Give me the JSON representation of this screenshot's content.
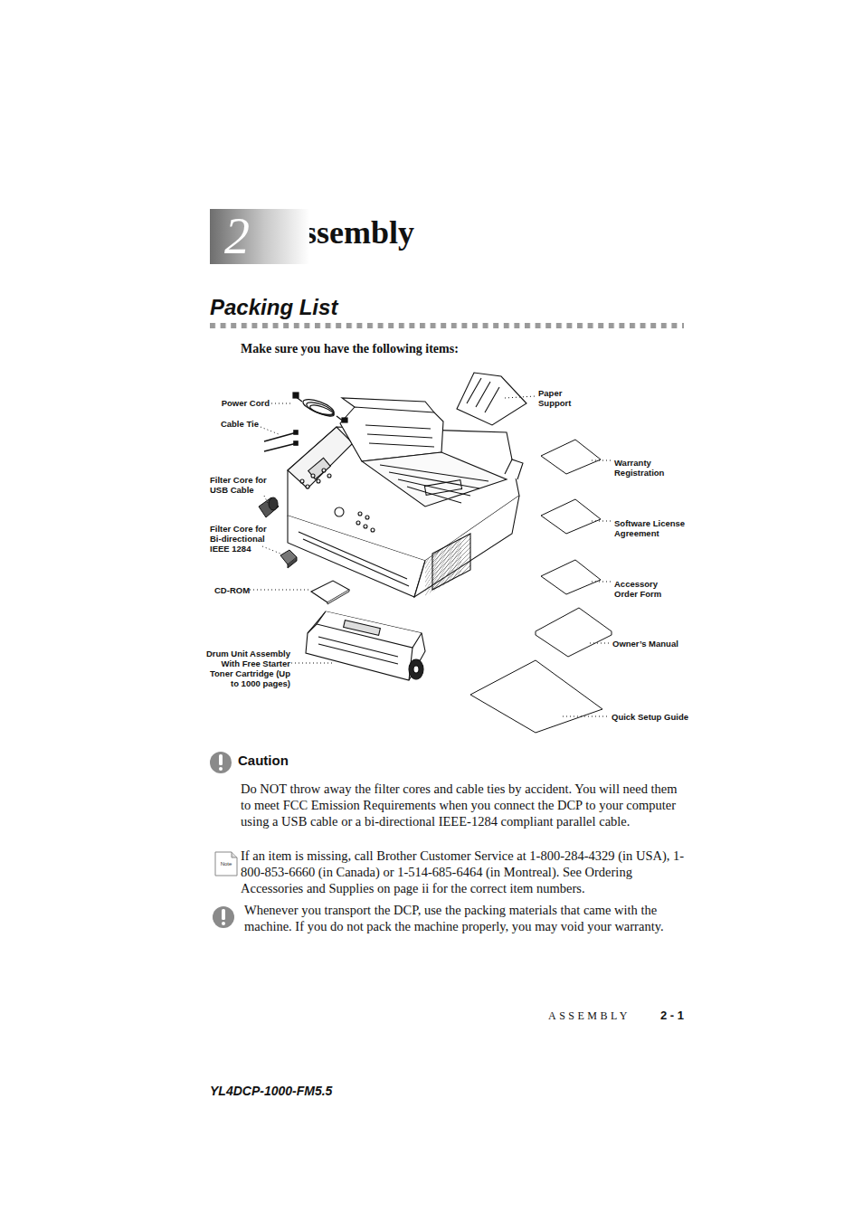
{
  "diagram": {
    "title": "Assembly",
    "nodes": [
      {
        "text": [
          "2"
        ]
      },
      {
        "text": [
          "Note"
        ]
      }
    ],
    "labels": [
      "Packing List",
      "Make sure you have the following items:",
      "Power Cord",
      "Cable Tie",
      "Filter Core for USB Cable",
      "Filter Core for Bi-directional IEEE 1284",
      "CD-ROM",
      "Drum Unit Assembly With Free Starter Toner Cartridge (Up to 1000 pages)",
      "Paper Support",
      "Warranty Registration",
      "Software License Agreement",
      "Accessory Order Form",
      "Owner’s Manual",
      "Quick Setup Guide",
      "Caution",
      "Do NOT throw away the filter cores and cable ties by accident. You will need them to meet FCC Emission Requirements when you connect the DCP to your computer using a USB cable or a bi-directional IEEE-1284 compliant parallel cable.",
      "If an item is missing, call Brother Customer Service at 1-800-284-4329 (in USA), 1-800-853-6660 (in Canada) or 1-514-685-6464 (in Montreal). See Ordering Accessories and Supplies on page ii for the correct item numbers.",
      "Whenever you transport the DCP, use the packing materials that came with the machine. If you do not pack the machine properly, you may void your warranty.",
      "ASSEMBLY",
      "2 - 1",
      "YL4DCP-1000-FM5.5"
    ]
  }
}
